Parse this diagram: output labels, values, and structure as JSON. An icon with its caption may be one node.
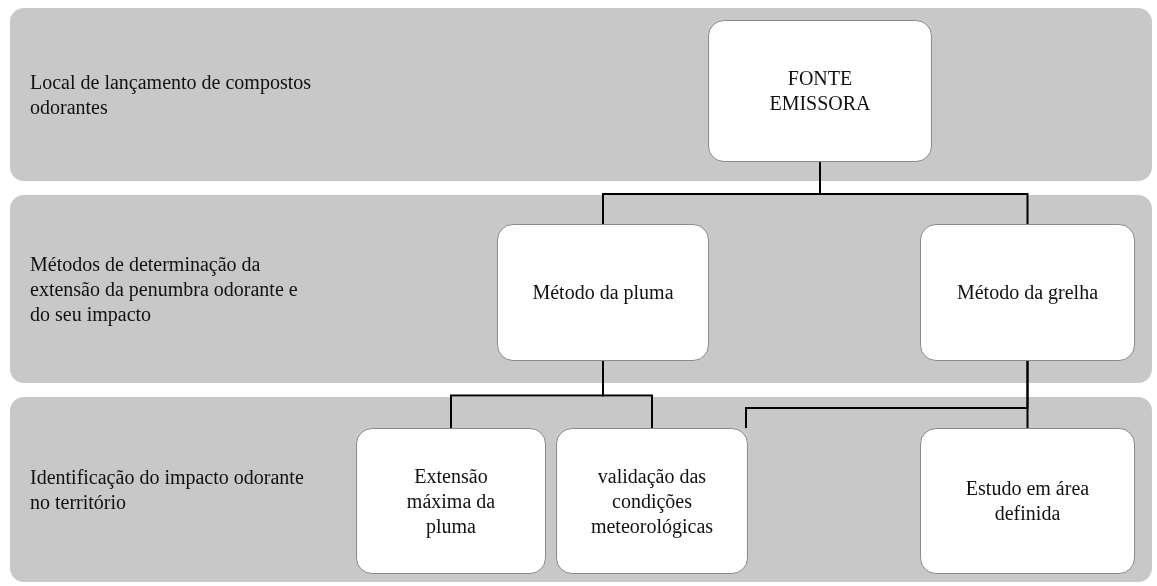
{
  "diagram": {
    "nodes": [
      {
        "text": [
          "Local de lançamento de compostos odorantes"
        ]
      },
      {
        "text": [
          "FONTE EMISSORA"
        ],
        "in": 0
      },
      {
        "text": [
          "Métodos de determinação da extensão da penumbra odorante e do seu impacto"
        ]
      },
      {
        "text": [
          "Método da pluma"
        ],
        "in": 2
      },
      {
        "text": [
          "Método da grelha"
        ],
        "in": 2
      },
      {
        "text": [
          "Identificação do impacto odorante no território"
        ]
      },
      {
        "text": [
          "Extensão máxima da pluma"
        ],
        "in": 5
      },
      {
        "text": [
          "validação das condições meteorológicas"
        ],
        "in": 5
      },
      {
        "text": [
          "Estudo em área definida"
        ],
        "in": 5
      }
    ],
    "edges": [
      {
        "from": 1,
        "to": 3,
        "arrow": "none"
      },
      {
        "from": 1,
        "to": 4,
        "arrow": "none"
      },
      {
        "from": 3,
        "to": 6,
        "arrow": "none"
      },
      {
        "from": 3,
        "to": 7,
        "arrow": "none"
      },
      {
        "from": 4,
        "to": 8,
        "arrow": "none"
      },
      {
        "from": 4,
        "to": 7,
        "arrow": "none"
      }
    ]
  }
}
